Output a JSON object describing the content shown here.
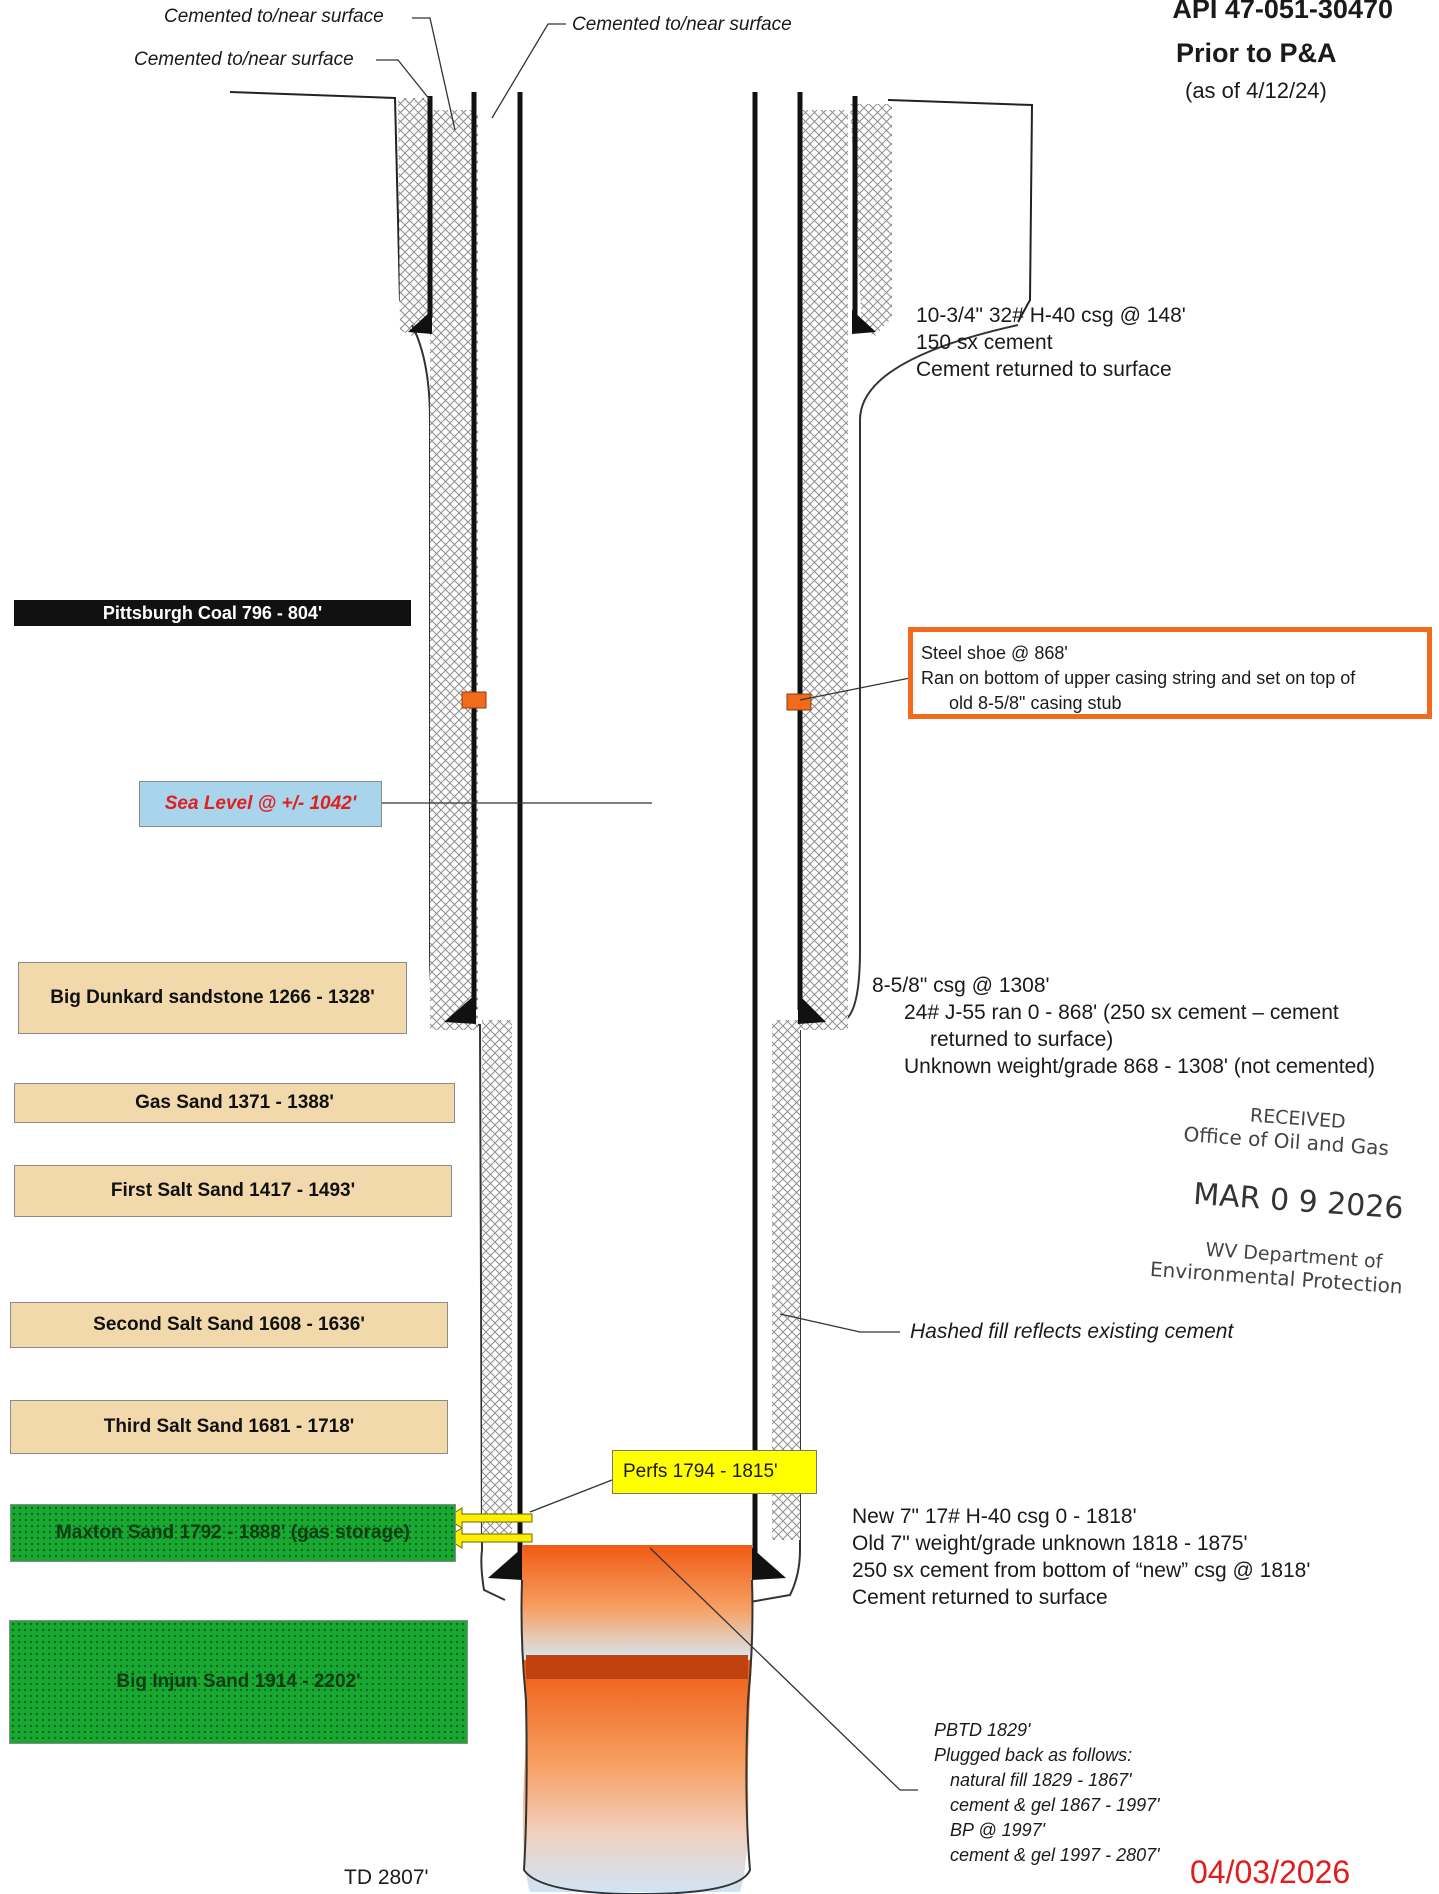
{
  "header": {
    "api": "API 47-051-30470",
    "status": "Prior to P&A",
    "as_of": "(as of 4/12/24)"
  },
  "top_labels": {
    "cemented_1": "Cemented to/near surface",
    "cemented_2": "Cemented to/near surface",
    "cemented_3": "Cemented to/near surface"
  },
  "formations": [
    {
      "label": "Pittsburgh Coal  796 - 804'",
      "style": "coal"
    },
    {
      "label": "Big Dunkard sandstone 1266 - 1328'",
      "style": "tan"
    },
    {
      "label": "Gas Sand 1371 - 1388'",
      "style": "tan"
    },
    {
      "label": "First Salt Sand 1417 - 1493'",
      "style": "tan"
    },
    {
      "label": "Second Salt Sand 1608 - 1636'",
      "style": "tan"
    },
    {
      "label": "Third Salt Sand 1681 - 1718'",
      "style": "tan"
    },
    {
      "label": "Maxton Sand 1792 - 1888' (gas storage)",
      "style": "green"
    },
    {
      "label": "Big Injun Sand 1914 - 2202'",
      "style": "green"
    }
  ],
  "sea_level": "Sea Level @ +/- 1042'",
  "casing_1034": {
    "line1": "10-3/4\" 32# H-40 csg @ 148'",
    "line2": "150 sx cement",
    "line3": "Cement returned to surface"
  },
  "steel_shoe": {
    "line1": "Steel shoe @ 868'",
    "line2": "Ran on bottom of upper casing string and set on top of",
    "line3": "old 8-5/8\" casing stub"
  },
  "casing_858": {
    "line1": "8-5/8\" csg @ 1308'",
    "line2": "24# J-55 ran 0 - 868' (250 sx cement – cement",
    "line3": "returned to surface)",
    "line4": "Unknown weight/grade 868 - 1308' (not cemented)"
  },
  "stamp": {
    "received": "RECEIVED",
    "office": "Office of Oil and Gas",
    "date": "MAR 0 9 2026",
    "dept": "WV Department of",
    "env": "Environmental Protection"
  },
  "hashed_note": "Hashed fill reflects existing cement",
  "perfs": "Perfs 1794 - 1815'",
  "casing_7": {
    "line1": "New 7\" 17# H-40 csg 0 - 1818'",
    "line2": "Old 7\" weight/grade unknown 1818 - 1875'",
    "line3": "250 sx cement from bottom of “new” csg @ 1818'",
    "line4": "Cement returned to surface"
  },
  "pbtd": {
    "line1": "PBTD 1829'",
    "line2": "Plugged back as follows:",
    "line3": "natural fill 1829 - 1867'",
    "line4": "cement & gel 1867 - 1997'",
    "line5": "BP @ 1997'",
    "line6": "cement & gel 1997 - 2807'"
  },
  "td": "TD 2807'",
  "footer_date": "04/03/2026",
  "colors": {
    "cement_hatch": "#9a9a9a",
    "casing": "#111111",
    "shoe": "#f26a1b",
    "sea_box": "#a9d5ec",
    "sea_text": "#e02020",
    "perfs_box": "#ffff00",
    "date_red": "#e31b1b"
  }
}
